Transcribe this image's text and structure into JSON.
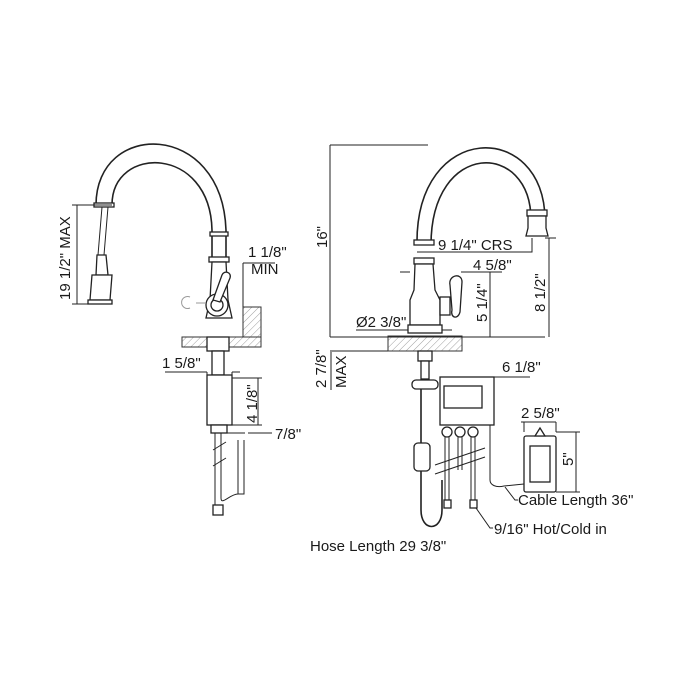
{
  "side_view": {
    "pullout_max": "19 1/2\" MAX",
    "deck_min": "1 1/8\"",
    "deck_min_suffix": "MIN",
    "shank_dia": "1 5/8\"",
    "box_height": "4 1/8\"",
    "box_width": "7/8\""
  },
  "front_view": {
    "total_height": "16\"",
    "reach": "9 1/4\"  CRS",
    "handle_offset": "4 5/8\"",
    "handle_height": "5 1/4\"",
    "spout_height": "8 1/2\"",
    "base_dia": "Ø2 3/8\"",
    "deck_max": "2 7/8\"",
    "deck_max_suffix": "MAX",
    "control_box_width": "6 1/8\"",
    "sensor_width": "2 5/8\"",
    "sensor_height": "5\"",
    "cable_length": "Cable Length 36\"",
    "supply": "9/16\" Hot/Cold in",
    "hose_length": "Hose Length 29 3/8\""
  }
}
